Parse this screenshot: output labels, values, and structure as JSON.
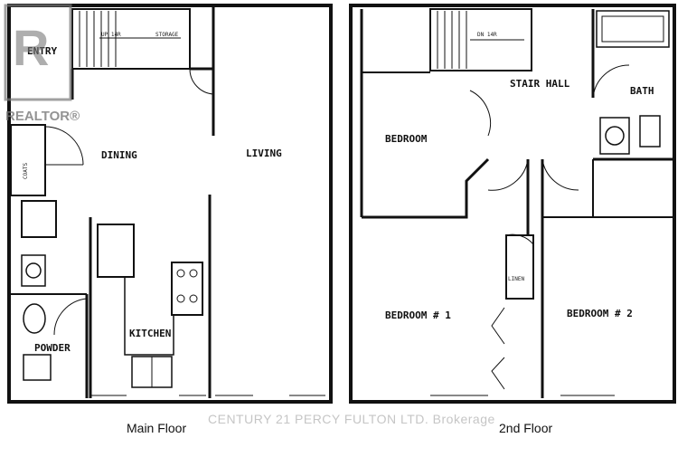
{
  "main_floor": {
    "caption": "Main Floor",
    "rooms": {
      "entry": "ENTRY",
      "dining": "DINING",
      "living": "LIVING",
      "kitchen": "KITCHEN",
      "powder": "POWDER",
      "coats": "COATS"
    },
    "notes": {
      "up": "UP 14R",
      "storage": "STORAGE"
    }
  },
  "second_floor": {
    "caption": "2nd Floor",
    "rooms": {
      "stair_hall": "STAIR HALL",
      "bath": "BATH",
      "bedroom": "BEDROOM",
      "bedroom_1": "BEDROOM # 1",
      "bedroom_2": "BEDROOM # 2",
      "linen": "LINEN"
    },
    "notes": {
      "down": "DN 14R"
    }
  },
  "watermark": "CENTURY 21 PERCY FULTON LTD. Brokerage",
  "logo": {
    "text": "REALTOR®"
  },
  "colors": {
    "wall": "#111111",
    "paper": "#ffffff"
  }
}
